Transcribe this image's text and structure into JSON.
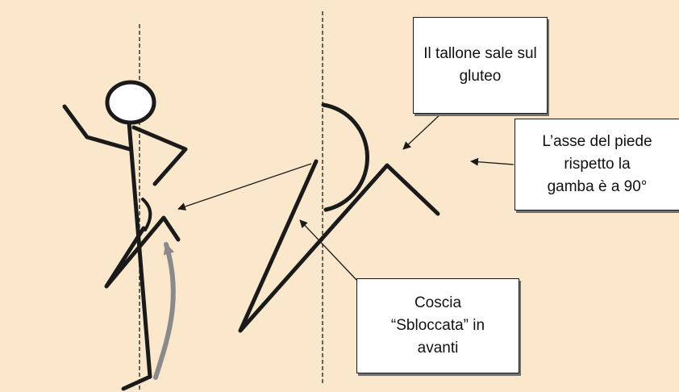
{
  "colors": {
    "background": "#fbe8cc",
    "line": "#1a1a1a",
    "arrow_grey": "#8a8a8a"
  },
  "callouts": {
    "heel": "Il tallone sale sul\ngluteo",
    "foot_axis": "L’asse del piede\nrispetto la\ngamba è a 90°",
    "thigh": "Coscia\n“Sbloccata” in\navanti"
  }
}
